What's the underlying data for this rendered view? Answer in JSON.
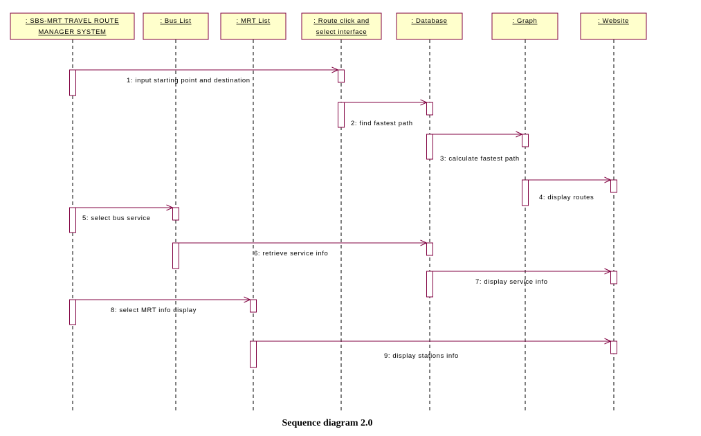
{
  "colors": {
    "header_fill": "#ffffcc",
    "line": "#800040",
    "lifeline": "#000000"
  },
  "participants": [
    {
      "id": "sbs",
      "lines": [
        ": SBS-MRT TRAVEL ROUTE",
        "MANAGER SYSTEM"
      ]
    },
    {
      "id": "bus",
      "lines": [
        ": Bus List"
      ]
    },
    {
      "id": "mrt",
      "lines": [
        ": MRT List"
      ]
    },
    {
      "id": "route",
      "lines": [
        ": Route click and",
        "select interface"
      ]
    },
    {
      "id": "db",
      "lines": [
        ": Database"
      ]
    },
    {
      "id": "graph",
      "lines": [
        ": Graph"
      ]
    },
    {
      "id": "web",
      "lines": [
        ": Website"
      ]
    }
  ],
  "messages": [
    {
      "from": "sbs",
      "to": "route",
      "label": "1: input starting point and destination"
    },
    {
      "from": "route",
      "to": "db",
      "label": "2: find fastest path"
    },
    {
      "from": "db",
      "to": "graph",
      "label": "3: calculate fastest path"
    },
    {
      "from": "graph",
      "to": "web",
      "label": "4: display routes"
    },
    {
      "from": "sbs",
      "to": "bus",
      "label": "5: select bus service"
    },
    {
      "from": "bus",
      "to": "db",
      "label": "6: retrieve service info"
    },
    {
      "from": "db",
      "to": "web",
      "label": "7: display service info"
    },
    {
      "from": "sbs",
      "to": "mrt",
      "label": "8: select MRT info display"
    },
    {
      "from": "mrt",
      "to": "web",
      "label": "9: display stations info"
    }
  ],
  "caption": "Sequence diagram 2.0"
}
